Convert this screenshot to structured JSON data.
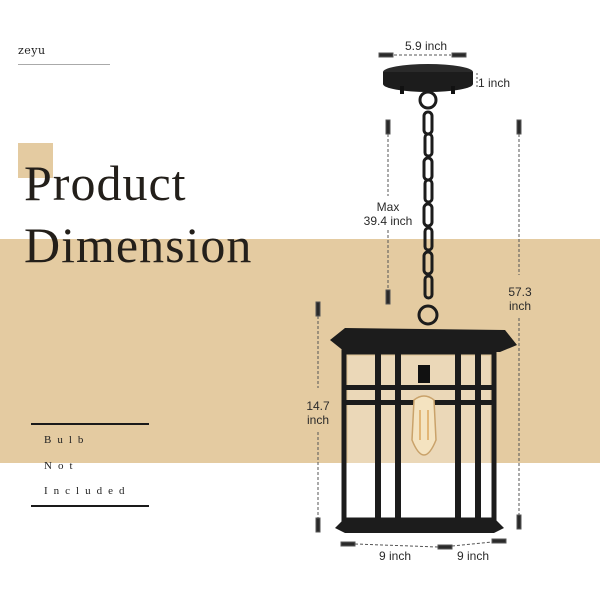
{
  "brand": {
    "name": "zeyu"
  },
  "title": {
    "line1": "Product",
    "line2": "Dimension"
  },
  "note": {
    "line1": "Bulb",
    "line2": "Not",
    "line3": "Included"
  },
  "colors": {
    "band": "#e4cba1",
    "text": "#231f1a",
    "fixture": "#1c1c1c"
  },
  "dimensions": {
    "canopy_width": "5.9 inch",
    "canopy_height": "1 inch",
    "chain_max_line1": "Max",
    "chain_max_line2": "39.4 inch",
    "overall_height_line1": "57.3",
    "overall_height_line2": "inch",
    "lantern_height_line1": "14.7",
    "lantern_height_line2": "inch",
    "base_width": "9 inch",
    "base_depth": "9 inch"
  }
}
